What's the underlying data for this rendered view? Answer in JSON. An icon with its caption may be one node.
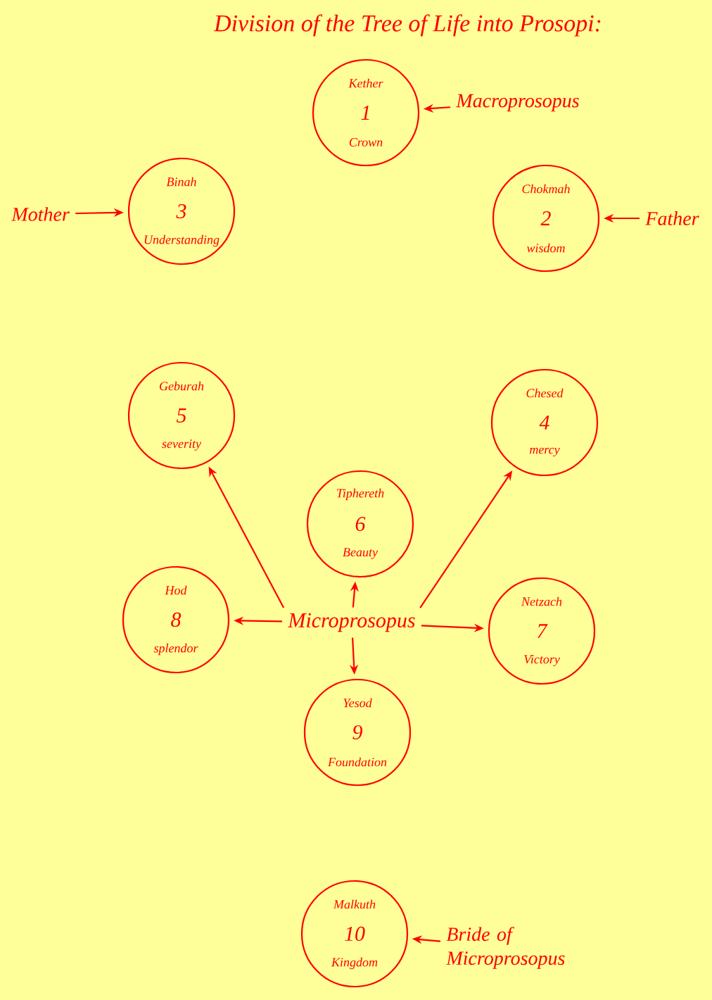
{
  "diagram": {
    "title": "Division of the Tree of Life into Prosopi:",
    "nodes": [
      {
        "text": [
          "Kether",
          "1",
          "Crown"
        ]
      },
      {
        "text": [
          "Macroprosopus"
        ]
      },
      {
        "text": [
          "Mother"
        ]
      },
      {
        "text": [
          "Binah",
          "3",
          "Understanding"
        ]
      },
      {
        "text": [
          "Chokmah",
          "2",
          "wisdom"
        ]
      },
      {
        "text": [
          "Father"
        ]
      },
      {
        "text": [
          "Geburah",
          "5",
          "severity"
        ]
      },
      {
        "text": [
          "Chesed",
          "4",
          "mercy"
        ]
      },
      {
        "text": [
          "Tiphereth",
          "6",
          "Beauty"
        ]
      },
      {
        "text": [
          "Hod",
          "8",
          "splendor"
        ]
      },
      {
        "text": [
          "Microprosopus"
        ]
      },
      {
        "text": [
          "Netzach",
          "7",
          "Victory"
        ]
      },
      {
        "text": [
          "Yesod",
          "9",
          "Foundation"
        ]
      },
      {
        "text": [
          "Malkuth",
          "10",
          "Kingdom"
        ]
      },
      {
        "text": [
          "Bride of Microprosopus"
        ]
      }
    ],
    "edges": [
      {
        "from": 1,
        "to": 0,
        "arrow": "to"
      },
      {
        "from": 2,
        "to": 3,
        "arrow": "to"
      },
      {
        "from": 5,
        "to": 4,
        "arrow": "to"
      },
      {
        "from": 10,
        "to": 6,
        "arrow": "to"
      },
      {
        "from": 10,
        "to": 7,
        "arrow": "to"
      },
      {
        "from": 10,
        "to": 8,
        "arrow": "to"
      },
      {
        "from": 10,
        "to": 9,
        "arrow": "to"
      },
      {
        "from": 10,
        "to": 11,
        "arrow": "to"
      },
      {
        "from": 10,
        "to": 12,
        "arrow": "to"
      },
      {
        "from": 14,
        "to": 13,
        "arrow": "to"
      }
    ]
  }
}
